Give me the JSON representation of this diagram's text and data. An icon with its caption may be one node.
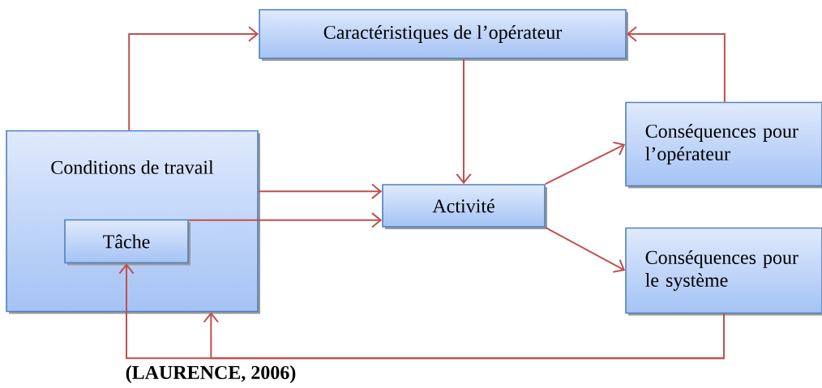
{
  "diagram": {
    "caption": "(LAURENCE, 2006)",
    "nodes": [
      {
        "text": [
          "Caractéristiques de l’opérateur"
        ]
      },
      {
        "text": [
          "Conditions de travail"
        ]
      },
      {
        "text": [
          "Tâche"
        ],
        "in": 1
      },
      {
        "text": [
          "Activité"
        ]
      },
      {
        "text": [
          "Conséquences pour l’opérateur"
        ]
      },
      {
        "text": [
          "Conséquences pour le système"
        ]
      }
    ],
    "edges": [
      {
        "from": 1,
        "to": 0,
        "arrow": "to"
      },
      {
        "from": 4,
        "to": 0,
        "arrow": "to"
      },
      {
        "from": 0,
        "to": 3,
        "arrow": "to"
      },
      {
        "from": 1,
        "to": 3,
        "arrow": "to"
      },
      {
        "from": 2,
        "to": 3,
        "arrow": "to"
      },
      {
        "from": 3,
        "to": 4,
        "arrow": "to"
      },
      {
        "from": 3,
        "to": 5,
        "arrow": "to"
      },
      {
        "from": 5,
        "to": 2,
        "arrow": "to"
      },
      {
        "from": 5,
        "to": 1,
        "arrow": "to"
      }
    ]
  }
}
